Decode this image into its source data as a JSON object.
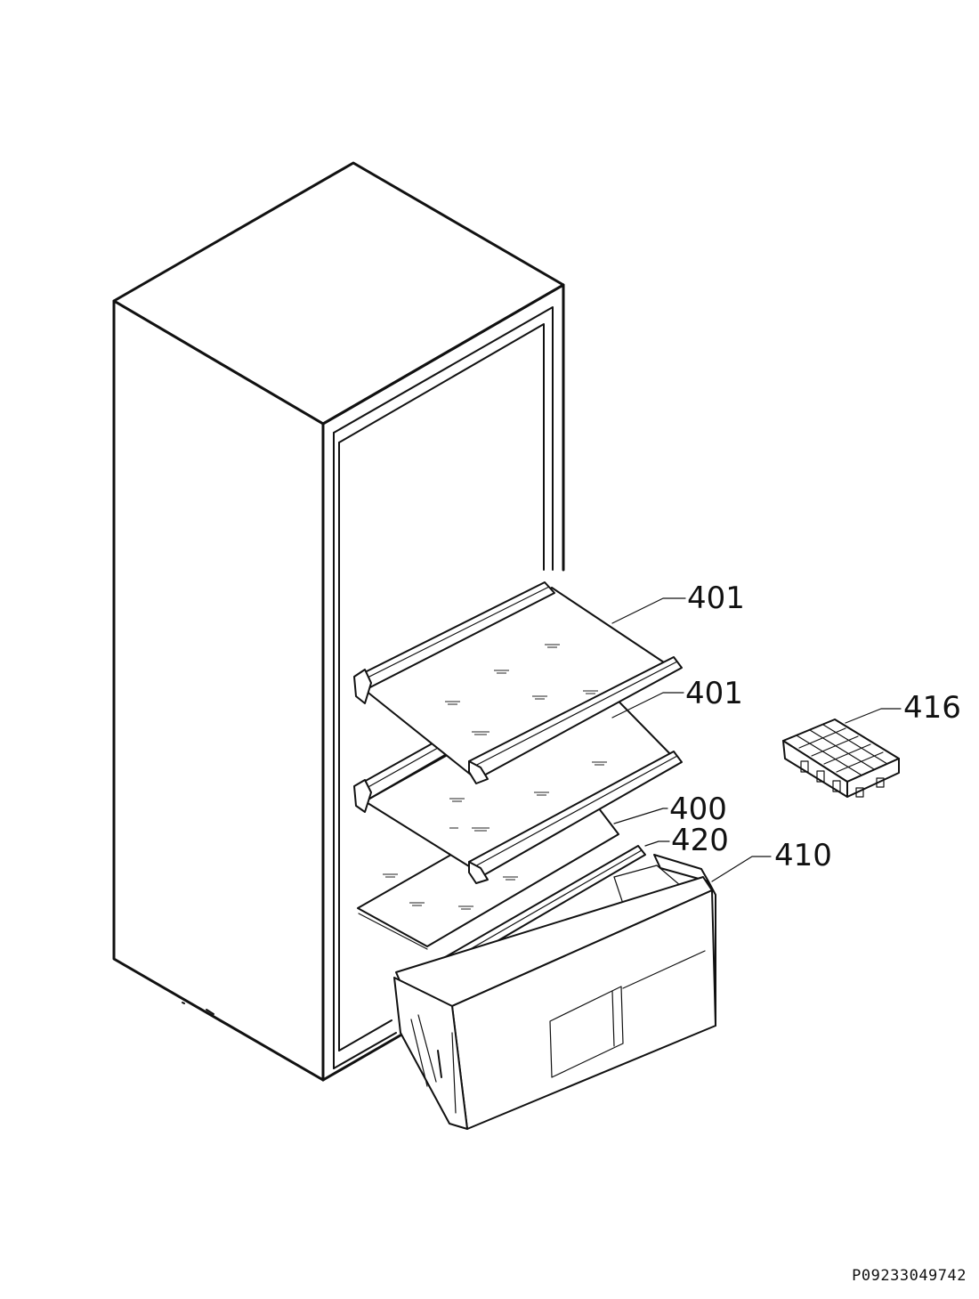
{
  "diagram": {
    "parts": [
      {
        "id": "shelf-top",
        "number": "401"
      },
      {
        "id": "shelf-middle",
        "number": "401"
      },
      {
        "id": "shelf-bottom",
        "number": "400"
      },
      {
        "id": "drawer-rail",
        "number": "420"
      },
      {
        "id": "crisper-drawer",
        "number": "410"
      },
      {
        "id": "ice-cube-tray",
        "number": "416"
      }
    ],
    "document_id": "P09233049742"
  }
}
